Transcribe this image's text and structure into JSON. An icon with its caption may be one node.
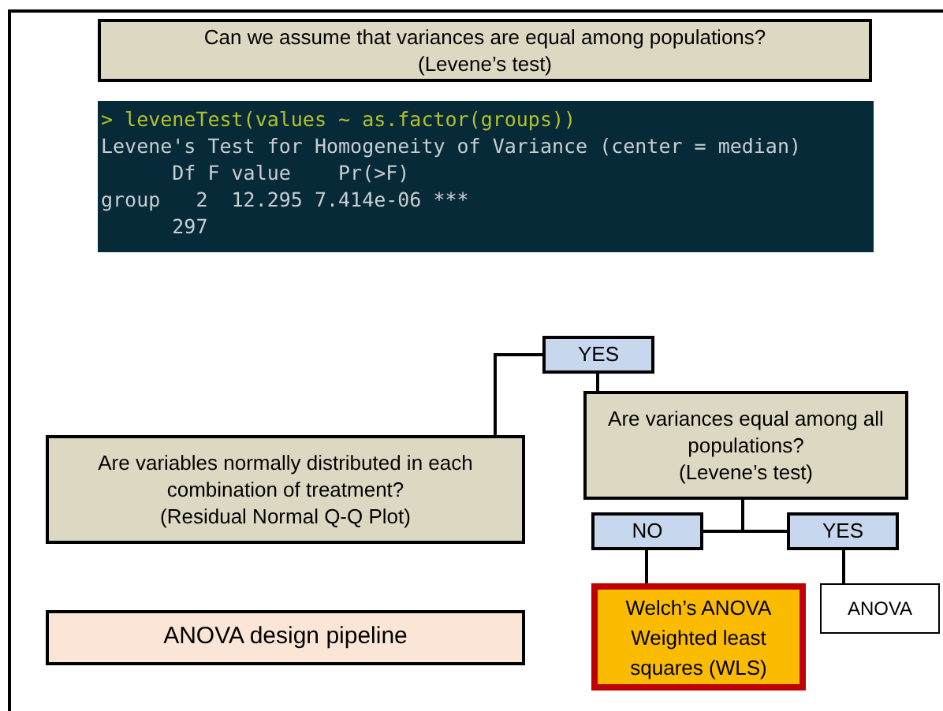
{
  "diagram": {
    "nodes": [
      {
        "text": [
          "Can we assume that variances are equal among populations?",
          "(Levene’s test)"
        ]
      },
      {
        "text": [
          "> leveneTest(values ~ as.factor(groups))",
          "Levene's Test for Homogeneity of Variance (center = median)",
          "      Df F value    Pr(>F)",
          "group   2  12.295 7.414e-06 ***",
          "      297"
        ]
      },
      {
        "text": [
          "YES"
        ]
      },
      {
        "text": [
          "Are variables normally distributed in each combination of treatment?",
          "(Residual Normal Q-Q Plot)"
        ]
      },
      {
        "text": [
          "Are variances equal among all populations?",
          "(Levene’s test)"
        ]
      },
      {
        "text": [
          "NO"
        ]
      },
      {
        "text": [
          "YES"
        ]
      },
      {
        "text": [
          "Welch’s ANOVA",
          "Weighted least squares (WLS)"
        ]
      },
      {
        "text": [
          "ANOVA"
        ]
      },
      {
        "text": [
          "ANOVA design pipeline"
        ]
      }
    ],
    "edges": [
      {
        "from": 3,
        "to": 2,
        "arrow": "none"
      },
      {
        "from": 2,
        "to": 4,
        "arrow": "none"
      },
      {
        "from": 4,
        "to": 5,
        "arrow": "none"
      },
      {
        "from": 4,
        "to": 6,
        "arrow": "none"
      },
      {
        "from": 5,
        "to": 7,
        "arrow": "none"
      },
      {
        "from": 6,
        "to": 8,
        "arrow": "none"
      }
    ]
  }
}
